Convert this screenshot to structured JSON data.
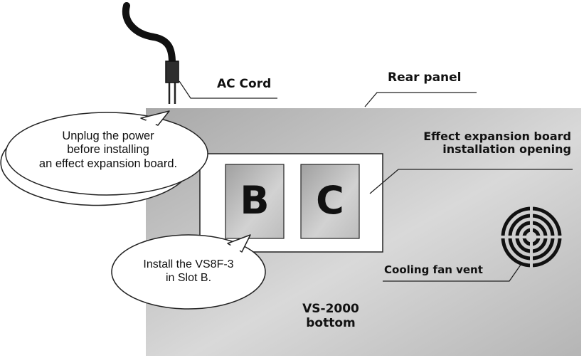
{
  "labels": {
    "ac_cord": "AC Cord",
    "rear_panel": "Rear panel",
    "opening_line1": "Effect expansion board",
    "opening_line2": "installation opening",
    "cooling_fan": "Cooling fan vent",
    "model_line1": "VS-2000",
    "model_line2": "bottom"
  },
  "slots": {
    "b": "B",
    "c": "C"
  },
  "callouts": {
    "power": {
      "line1": "Unplug the power",
      "line2": "before installing",
      "line3": "an effect expansion board."
    },
    "install": {
      "line1": "Install the VS8F-3",
      "line2": "in Slot B."
    }
  },
  "colors": {
    "panel_light": "#d6d6d6",
    "panel_dark": "#a9a9a9",
    "slot": "#b8b8b8",
    "cord": "#111111",
    "plug": "#3a3a3a"
  }
}
